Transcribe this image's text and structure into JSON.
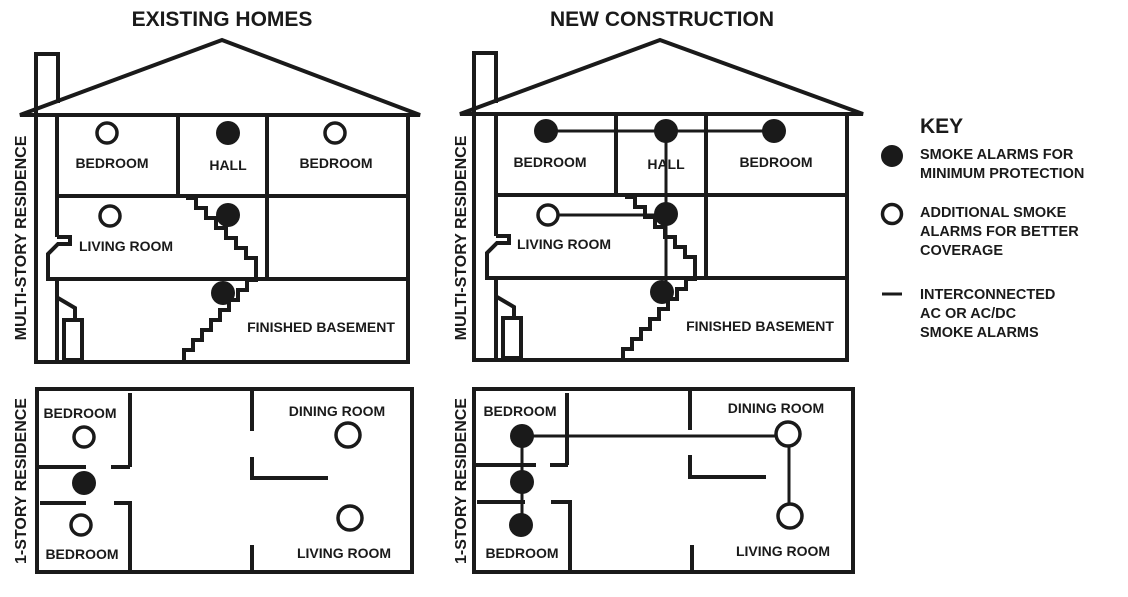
{
  "titles": {
    "existing": "EXISTING HOMES",
    "new": "NEW CONSTRUCTION"
  },
  "side_labels": {
    "multi": "MULTI-STORY RESIDENCE",
    "single": "1-STORY RESIDENCE"
  },
  "rooms": {
    "bedroom": "BEDROOM",
    "hall": "HALL",
    "living_room": "LIVING ROOM",
    "finished_basement": "FINISHED BASEMENT",
    "dining_room": "DINING ROOM"
  },
  "key": {
    "title": "KEY",
    "minimum": [
      "SMOKE ALARMS FOR",
      "MINIMUM PROTECTION"
    ],
    "additional": [
      "ADDITIONAL SMOKE",
      "ALARMS FOR BETTER",
      "COVERAGE"
    ],
    "interconnected": [
      "INTERCONNECTED",
      "AC OR AC/DC",
      "SMOKE ALARMS"
    ]
  },
  "colors": {
    "ink": "#1a1a1a",
    "background": "#ffffff"
  }
}
